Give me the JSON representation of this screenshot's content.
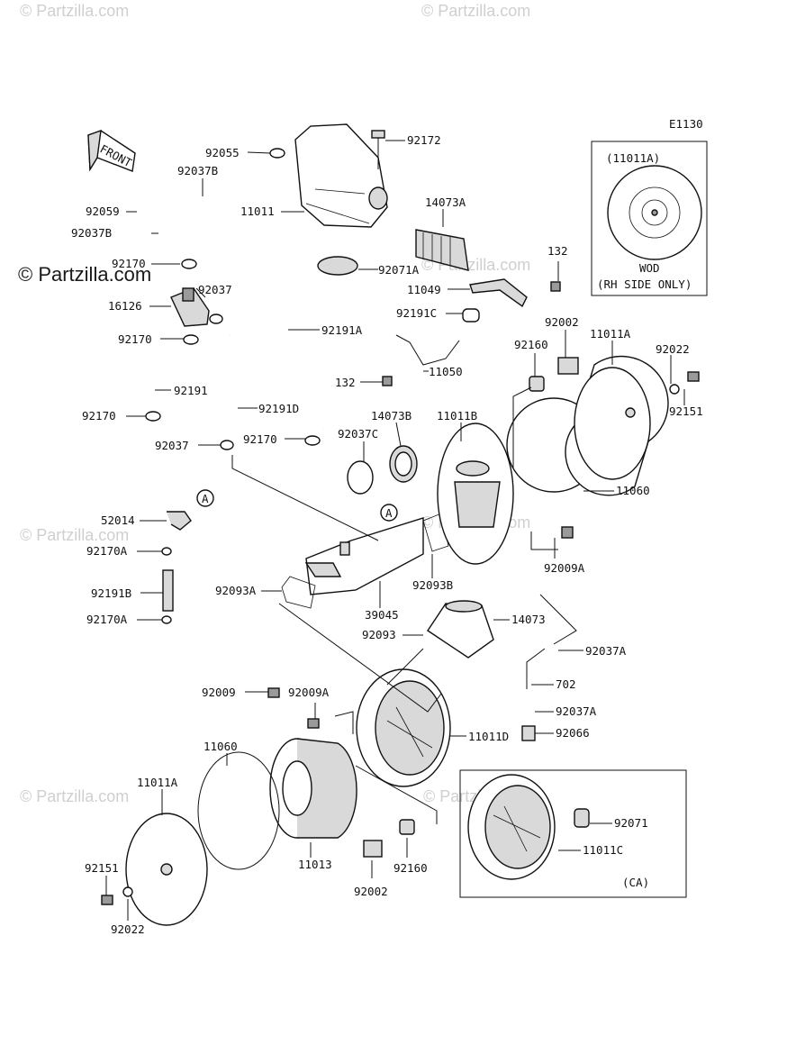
{
  "diagram_code": "E1130",
  "watermark": {
    "main": "© Partzilla.com",
    "repeat": "© Partzilla.com"
  },
  "front_arrow": {
    "label": "FRONT"
  },
  "inset_wod": {
    "title": "(11011A)",
    "caption_line1": "WOD",
    "caption_line2": "(RH SIDE ONLY)"
  },
  "inset_ca": {
    "caption": "(CA)"
  },
  "reference_marker": "A",
  "labels": [
    {
      "id": "92055",
      "text": "92055"
    },
    {
      "id": "92172",
      "text": "92172"
    },
    {
      "id": "92037B_top",
      "text": "92037B"
    },
    {
      "id": "92059",
      "text": "92059"
    },
    {
      "id": "11011",
      "text": "11011"
    },
    {
      "id": "14073A",
      "text": "14073A"
    },
    {
      "id": "92037B",
      "text": "92037B"
    },
    {
      "id": "92170_a",
      "text": "92170"
    },
    {
      "id": "92071A",
      "text": "92071A"
    },
    {
      "id": "132_top",
      "text": "132"
    },
    {
      "id": "11049",
      "text": "11049"
    },
    {
      "id": "92037",
      "text": "92037"
    },
    {
      "id": "16126",
      "text": "16126"
    },
    {
      "id": "92191C",
      "text": "92191C"
    },
    {
      "id": "92002_top",
      "text": "92002"
    },
    {
      "id": "92170_b",
      "text": "92170"
    },
    {
      "id": "92191A",
      "text": "92191A"
    },
    {
      "id": "92160_top",
      "text": "92160"
    },
    {
      "id": "11011A_top",
      "text": "11011A"
    },
    {
      "id": "92022_top",
      "text": "92022"
    },
    {
      "id": "132_mid",
      "text": "132"
    },
    {
      "id": "11050",
      "text": "11050"
    },
    {
      "id": "92191",
      "text": "92191"
    },
    {
      "id": "92151_top",
      "text": "92151"
    },
    {
      "id": "14073B",
      "text": "14073B"
    },
    {
      "id": "11011B",
      "text": "11011B"
    },
    {
      "id": "92191D",
      "text": "92191D"
    },
    {
      "id": "92170_c",
      "text": "92170"
    },
    {
      "id": "92037C",
      "text": "92037C"
    },
    {
      "id": "92170_d",
      "text": "92170"
    },
    {
      "id": "92037_b",
      "text": "92037"
    },
    {
      "id": "11060_top",
      "text": "11060"
    },
    {
      "id": "52014",
      "text": "52014"
    },
    {
      "id": "92170A_a",
      "text": "92170A"
    },
    {
      "id": "92009A_top",
      "text": "92009A"
    },
    {
      "id": "92093A",
      "text": "92093A"
    },
    {
      "id": "92093B",
      "text": "92093B"
    },
    {
      "id": "92191B",
      "text": "92191B"
    },
    {
      "id": "92170A_b",
      "text": "92170A"
    },
    {
      "id": "39045",
      "text": "39045"
    },
    {
      "id": "14073",
      "text": "14073"
    },
    {
      "id": "92093",
      "text": "92093"
    },
    {
      "id": "92037A_a",
      "text": "92037A"
    },
    {
      "id": "702",
      "text": "702"
    },
    {
      "id": "92009",
      "text": "92009"
    },
    {
      "id": "92009A_bot",
      "text": "92009A"
    },
    {
      "id": "92037A_b",
      "text": "92037A"
    },
    {
      "id": "11011D",
      "text": "11011D"
    },
    {
      "id": "92066",
      "text": "92066"
    },
    {
      "id": "11060_bot",
      "text": "11060"
    },
    {
      "id": "11011A_bot",
      "text": "11011A"
    },
    {
      "id": "92071",
      "text": "92071"
    },
    {
      "id": "11011C",
      "text": "11011C"
    },
    {
      "id": "11013",
      "text": "11013"
    },
    {
      "id": "92151_bot",
      "text": "92151"
    },
    {
      "id": "92160_bot",
      "text": "92160"
    },
    {
      "id": "92002_bot",
      "text": "92002"
    },
    {
      "id": "92022_bot",
      "text": "92022"
    }
  ]
}
